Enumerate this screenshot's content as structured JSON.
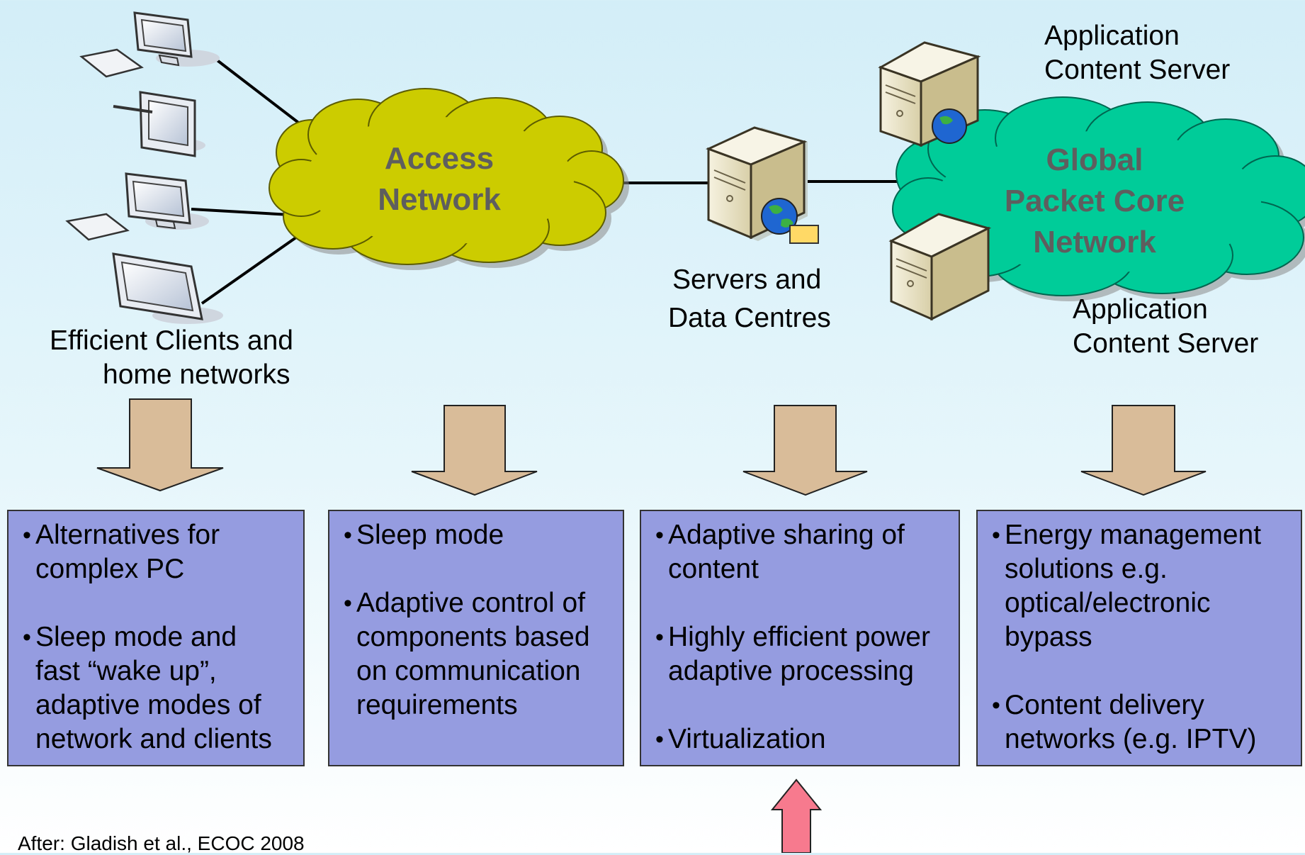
{
  "labels": {
    "access_network": [
      "Access",
      "Network"
    ],
    "global_core": [
      "Global",
      "Packet Core",
      "Network"
    ],
    "clients": [
      "Efficient Clients and",
      "home networks"
    ],
    "servers": [
      "Servers and",
      "Data Centres"
    ],
    "app_server_top": [
      "Application",
      "Content Server"
    ],
    "app_server_bottom": [
      "Application",
      "Content Server"
    ]
  },
  "boxes": [
    {
      "items": [
        "Alternatives for\ncomplex PC",
        "Sleep mode and\nfast “wake up”,\nadaptive modes of\nnetwork and clients"
      ]
    },
    {
      "items": [
        "Sleep mode",
        "Adaptive control of\ncomponents based\non communication\nrequirements"
      ]
    },
    {
      "items": [
        "Adaptive sharing of\ncontent",
        "Highly efficient power\nadaptive processing",
        "Virtualization"
      ]
    },
    {
      "items": [
        "Energy management\nsolutions e.g.\noptical/electronic\nbypass",
        "Content delivery\nnetworks (e.g. IPTV)"
      ]
    }
  ],
  "credit": "After: Gladish et al., ECOC 2008",
  "colors": {
    "access_cloud": "#cccc00",
    "core_cloud": "#00cc99",
    "box_fill": "#959ce0",
    "arrow_down": "#d9bc99",
    "arrow_up": "#f77a8e",
    "cloud_text": "#5e5e5e"
  }
}
